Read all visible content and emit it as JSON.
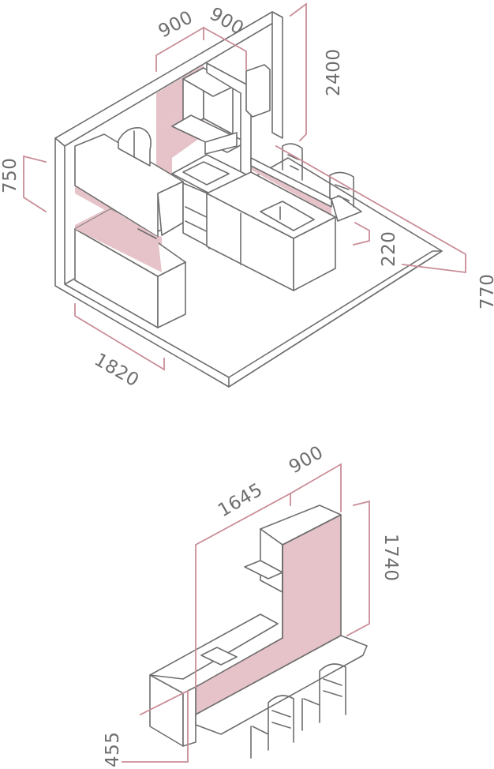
{
  "colors": {
    "accent_pink": "#e6c3c8",
    "dimension_line": "#c98d97",
    "outline": "#6e6e6e",
    "background": "#ffffff"
  },
  "top_drawing": {
    "dims": {
      "hood_width_left": "900",
      "hood_width_right": "900",
      "ceiling_height": "2400",
      "upper_cabinet_height": "750",
      "back_cabinet_width": "1820",
      "counter_step": "220",
      "counter_height": "770"
    }
  },
  "bottom_drawing": {
    "dims": {
      "island_length": "1645",
      "island_depth": "900",
      "panel_height": "1740",
      "counter_height": "455"
    }
  }
}
